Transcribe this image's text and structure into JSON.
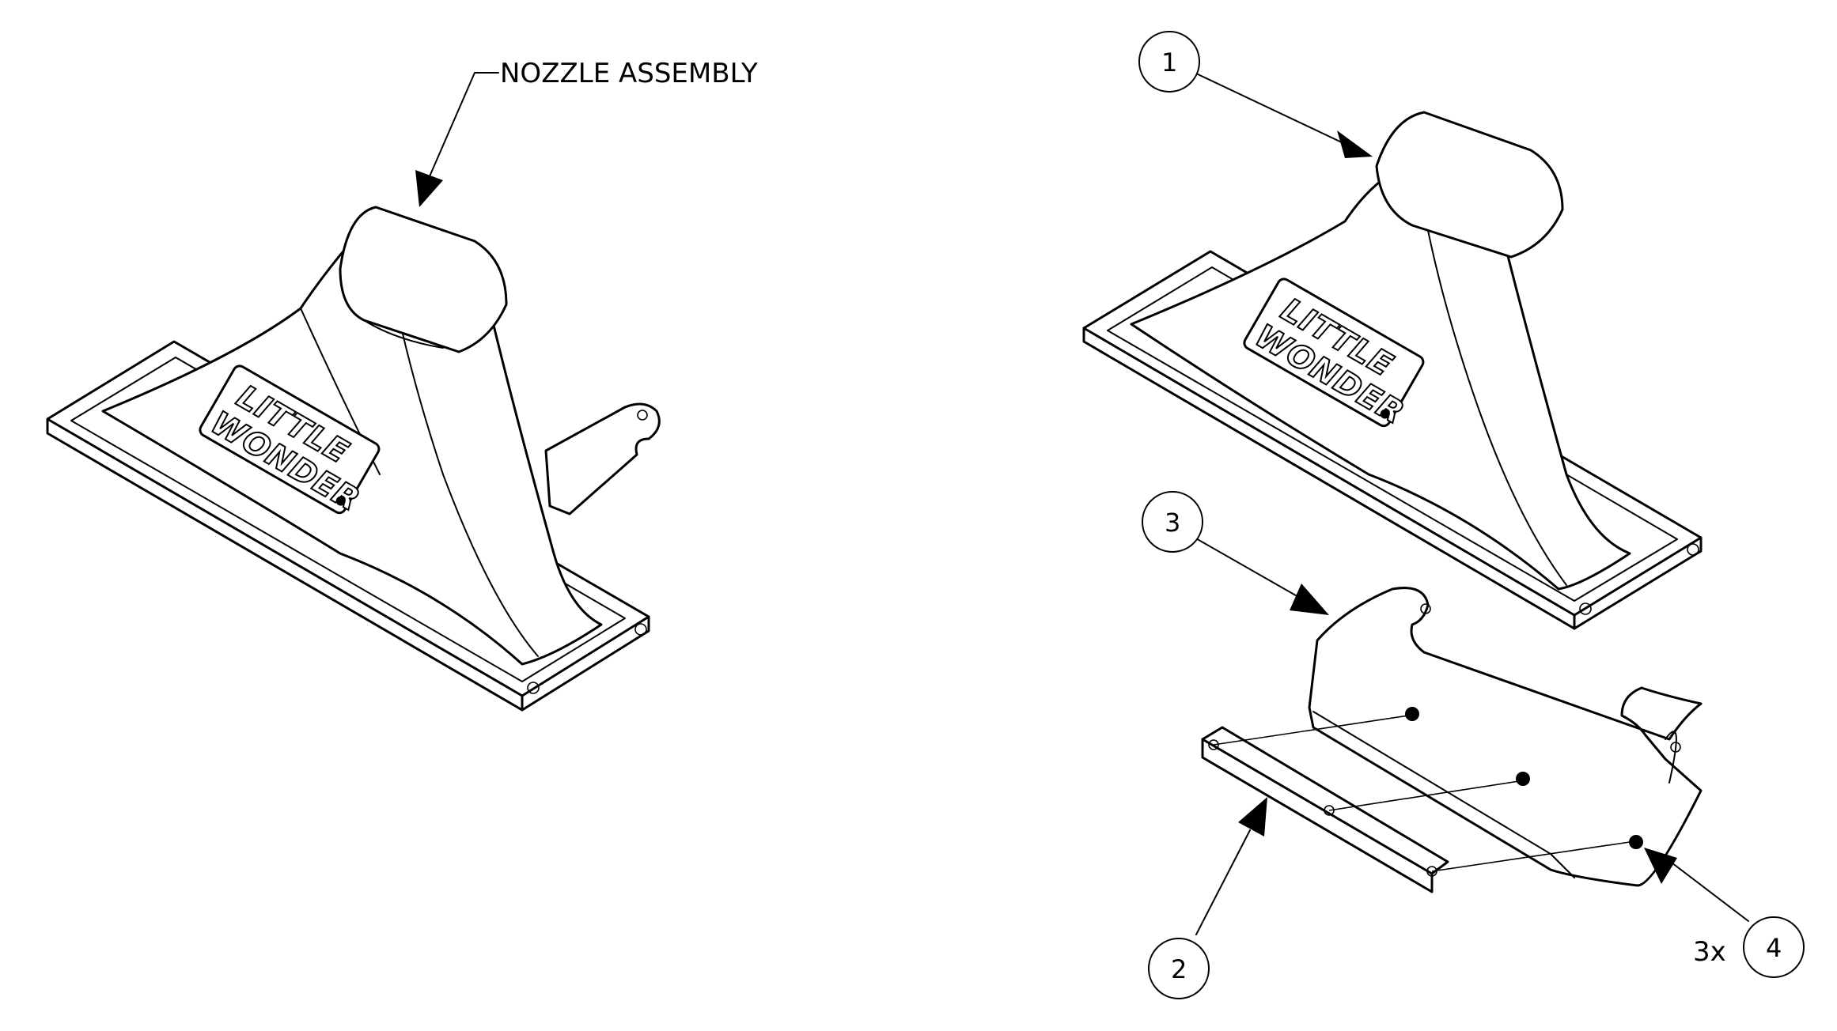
{
  "callouts": {
    "assembly_label": "NOZZLE ASSEMBLY",
    "balloons": [
      "1",
      "2",
      "3",
      "4"
    ],
    "quantity_label": "3x"
  },
  "logo": {
    "line1": "LITTLE",
    "line2": "WONDER"
  }
}
